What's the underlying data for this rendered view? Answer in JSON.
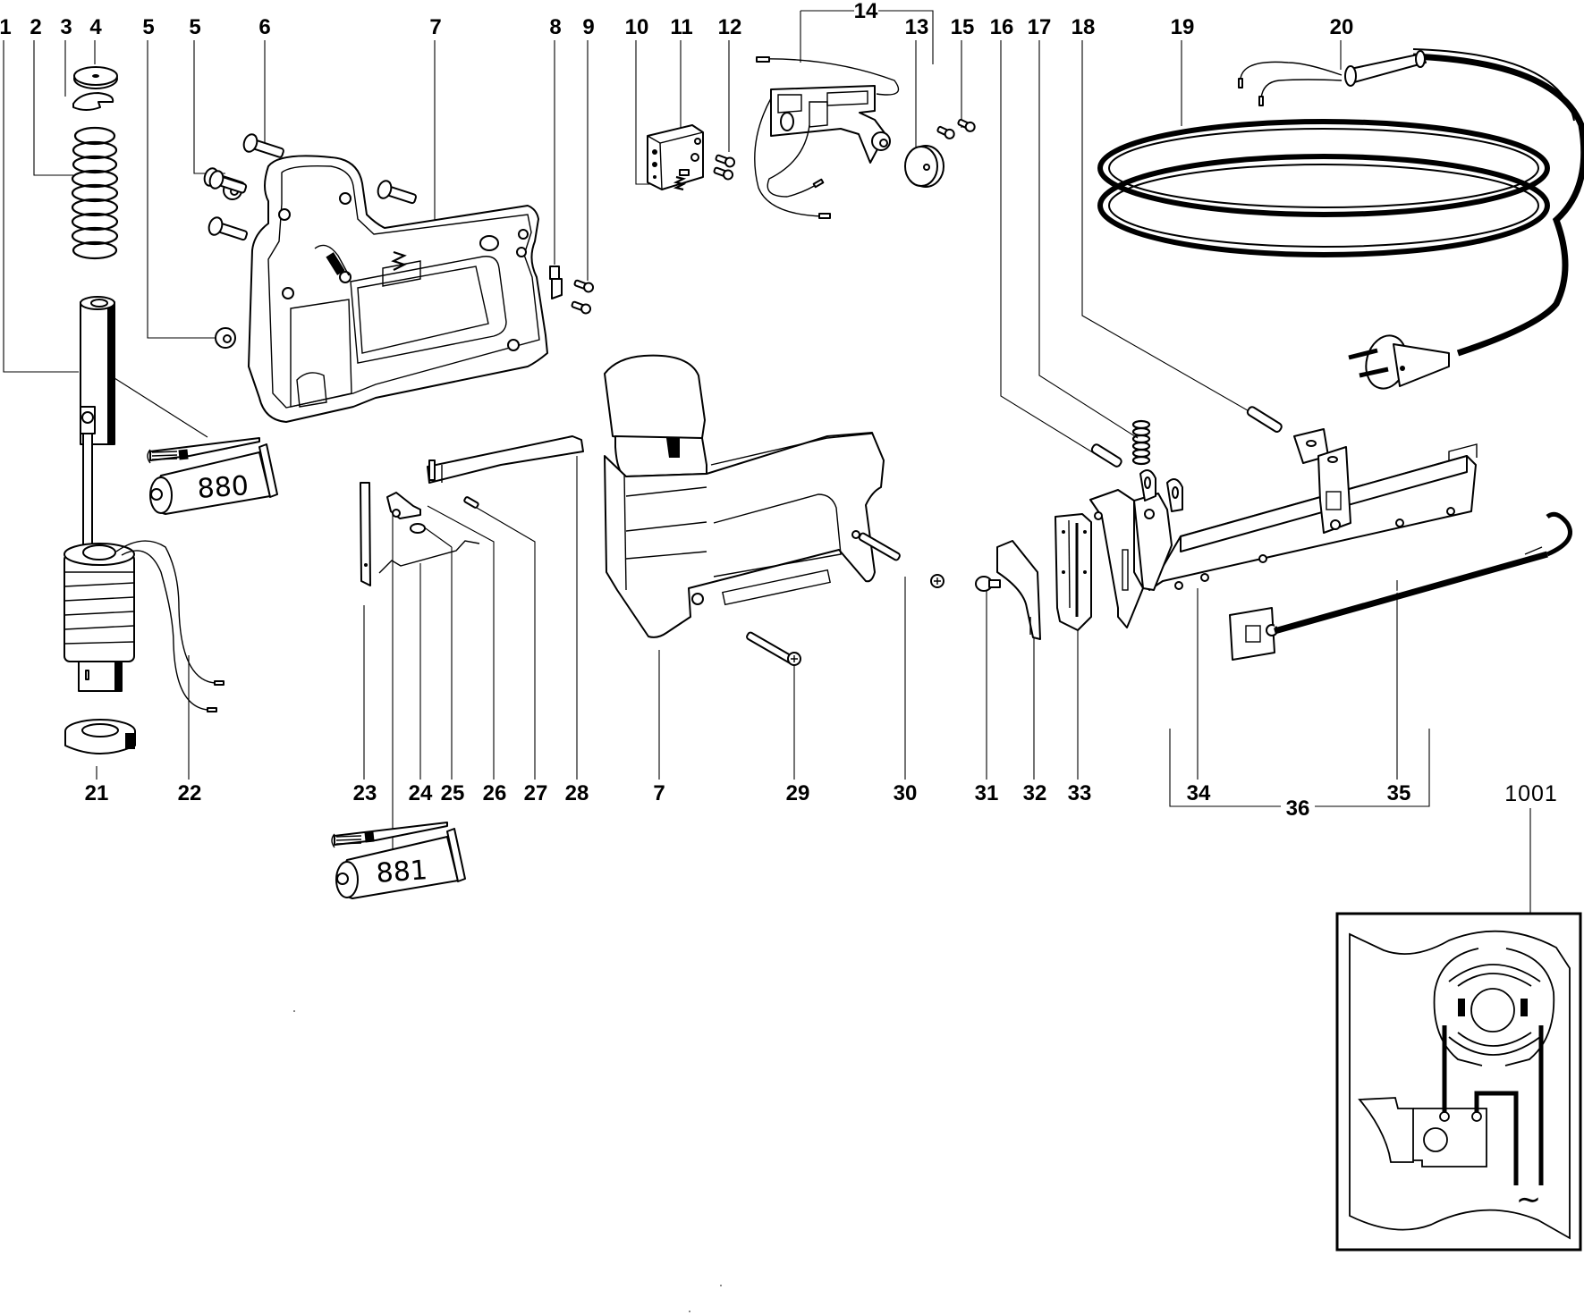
{
  "diagram": {
    "type": "exploded-parts-drawing",
    "subject": "electric stapler / tacker",
    "part_labels": [
      {
        "id": "p1",
        "text": "1"
      },
      {
        "id": "p2",
        "text": "2"
      },
      {
        "id": "p3",
        "text": "3"
      },
      {
        "id": "p4",
        "text": "4"
      },
      {
        "id": "p5a",
        "text": "5"
      },
      {
        "id": "p5b",
        "text": "5"
      },
      {
        "id": "p6",
        "text": "6"
      },
      {
        "id": "p7a",
        "text": "7"
      },
      {
        "id": "p8",
        "text": "8"
      },
      {
        "id": "p9",
        "text": "9"
      },
      {
        "id": "p10",
        "text": "10"
      },
      {
        "id": "p11",
        "text": "11"
      },
      {
        "id": "p12",
        "text": "12"
      },
      {
        "id": "p14",
        "text": "14"
      },
      {
        "id": "p13",
        "text": "13"
      },
      {
        "id": "p15",
        "text": "15"
      },
      {
        "id": "p16",
        "text": "16"
      },
      {
        "id": "p17",
        "text": "17"
      },
      {
        "id": "p18",
        "text": "18"
      },
      {
        "id": "p19",
        "text": "19"
      },
      {
        "id": "p20",
        "text": "20"
      },
      {
        "id": "p21",
        "text": "21"
      },
      {
        "id": "p22",
        "text": "22"
      },
      {
        "id": "p23",
        "text": "23"
      },
      {
        "id": "p24",
        "text": "24"
      },
      {
        "id": "p25",
        "text": "25"
      },
      {
        "id": "p26",
        "text": "26"
      },
      {
        "id": "p27",
        "text": "27"
      },
      {
        "id": "p28",
        "text": "28"
      },
      {
        "id": "p7b",
        "text": "7"
      },
      {
        "id": "p29",
        "text": "29"
      },
      {
        "id": "p30",
        "text": "30"
      },
      {
        "id": "p31",
        "text": "31"
      },
      {
        "id": "p32",
        "text": "32"
      },
      {
        "id": "p33",
        "text": "33"
      },
      {
        "id": "p34",
        "text": "34"
      },
      {
        "id": "p36",
        "text": "36"
      },
      {
        "id": "p35",
        "text": "35"
      },
      {
        "id": "p1001",
        "text": "1001"
      }
    ],
    "lubricant_tubes": [
      {
        "id": "tube-880",
        "text": "880"
      },
      {
        "id": "tube-881",
        "text": "881"
      }
    ],
    "wiring_inset": {
      "label": "1001",
      "ac_symbol": "∼"
    },
    "colors": {
      "ink": "#000000",
      "paper": "#ffffff"
    }
  }
}
